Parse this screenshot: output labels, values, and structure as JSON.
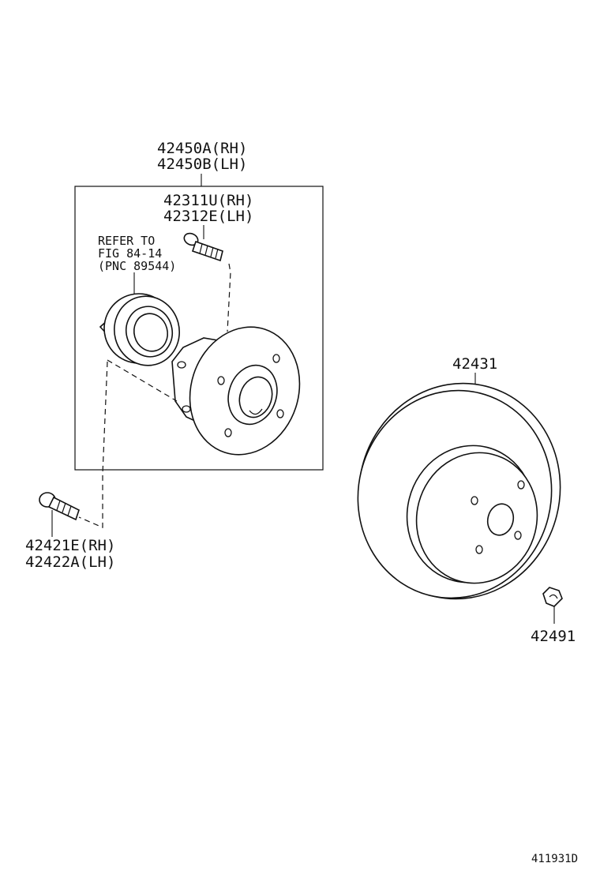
{
  "callouts": {
    "hub_assy_rh": "42450A(RH)",
    "hub_assy_lh": "42450B(LH)",
    "hub_bolt_rh": "42311U(RH)",
    "hub_bolt_lh": "42312E(LH)",
    "refer_line1": "REFER TO",
    "refer_line2": "FIG 84-14",
    "refer_line3": "(PNC 89544)",
    "disc": "42431",
    "hub_mount_bolt_rh": "42421E(RH)",
    "hub_mount_bolt_lh": "42422A(LH)",
    "disc_screw": "42491"
  },
  "illustration_id": "411931D"
}
